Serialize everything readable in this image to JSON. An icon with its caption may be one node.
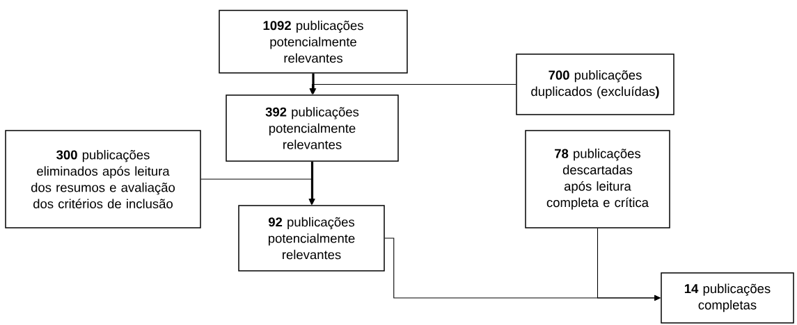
{
  "diagram": {
    "nodes": [
      {
        "text": [
          "**1092** publicações potencialmente relevantes"
        ]
      },
      {
        "text": [
          "**700** publicações duplicados (excluídas**)**"
        ]
      },
      {
        "text": [
          "**392** publicações potencialmente relevantes"
        ]
      },
      {
        "text": [
          "**300** publicações eliminados após leitura dos resumos e avaliação dos critérios de inclusão"
        ]
      },
      {
        "text": [
          "**78** publicações descartadas após leitura completa e crítica"
        ]
      },
      {
        "text": [
          "**92** publicações potencialmente relevantes"
        ]
      },
      {
        "text": [
          "**14** publicações completas"
        ]
      }
    ],
    "edges": [
      {
        "from": 0,
        "to": 2,
        "arrow": "to",
        "style": "thick"
      },
      {
        "from": 1,
        "to": 2,
        "arrow": "to"
      },
      {
        "from": 2,
        "to": 5,
        "arrow": "to",
        "style": "thick"
      },
      {
        "from": 3,
        "to": 5,
        "arrow": "to"
      },
      {
        "from": 5,
        "to": 6,
        "arrow": "to"
      },
      {
        "from": 4,
        "to": 6,
        "arrow": "to"
      }
    ]
  }
}
